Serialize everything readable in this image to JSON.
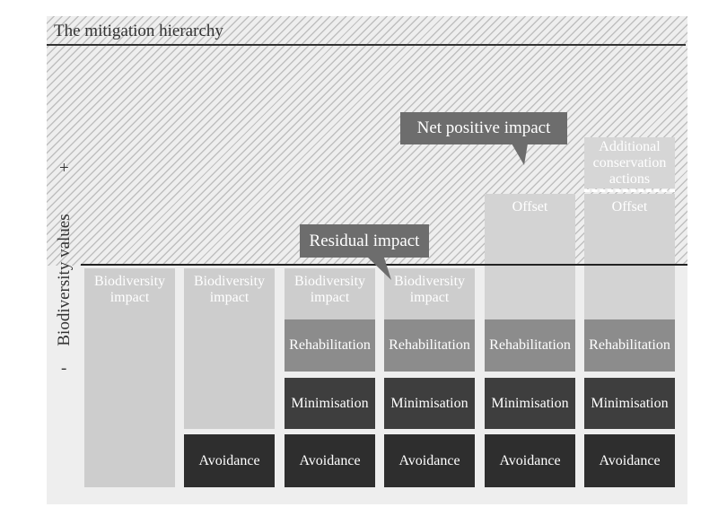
{
  "title": "The mitigation hierarchy",
  "axis": {
    "label": "Biodiversity values",
    "plus": "+",
    "minus": "-"
  },
  "callouts": {
    "net_positive": "Net positive impact",
    "residual": "Residual impact"
  },
  "layers": {
    "biodiversity_impact": "Biodiversity\nimpact",
    "offset": "Offset",
    "additional": "Additional\nconservation\nactions",
    "rehabilitation": "Rehabilitation",
    "minimisation": "Minimisation",
    "avoidance": "Avoidance"
  },
  "columns": [
    {
      "id": "col-1",
      "stack": [
        "biodiversity_impact"
      ]
    },
    {
      "id": "col-2",
      "stack": [
        "biodiversity_impact",
        "avoidance"
      ]
    },
    {
      "id": "col-3",
      "stack": [
        "biodiversity_impact",
        "rehabilitation",
        "minimisation",
        "avoidance"
      ]
    },
    {
      "id": "col-4",
      "stack": [
        "biodiversity_impact",
        "rehabilitation",
        "minimisation",
        "avoidance"
      ]
    },
    {
      "id": "col-5",
      "stack": [
        "offset",
        "rehabilitation",
        "minimisation",
        "avoidance"
      ]
    },
    {
      "id": "col-6",
      "stack": [
        "additional",
        "offset",
        "rehabilitation",
        "minimisation",
        "avoidance"
      ]
    }
  ],
  "colors": {
    "impact": "#cdcdcd",
    "offset": "#d3d3d3",
    "rehabilitation": "#8c8c8c",
    "minimisation": "#3e3e3e",
    "avoidance": "#2e2e2e",
    "callout": "#6d6d6d"
  }
}
